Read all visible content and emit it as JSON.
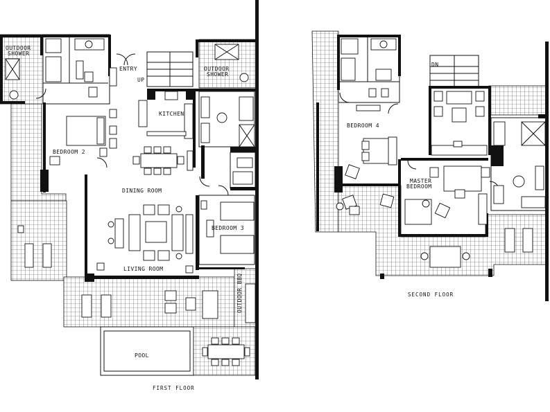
{
  "first_floor": {
    "caption": "FIRST FLOOR",
    "rooms": {
      "outdoor_shower_left": [
        "OUTDOOR",
        "SHOWER"
      ],
      "entry": "ENTRY",
      "up": "UP",
      "outdoor_shower_right": [
        "OUTDOOR",
        "SHOWER"
      ],
      "kitchen": "KITCHEN",
      "bedroom_2": "BEDROOM 2",
      "dining_room": "DINING ROOM",
      "bedroom_3": "BEDROOM 3",
      "living_room": "LIVING ROOM",
      "outdoor_bbq": "OUTDOOR BBQ",
      "pool": "POOL"
    }
  },
  "second_floor": {
    "caption": "SECOND FLOOR",
    "rooms": {
      "dn": "DN",
      "bedroom_4": "BEDROOM 4",
      "master_bedroom": [
        "MASTER",
        "BEDROOM"
      ]
    }
  }
}
